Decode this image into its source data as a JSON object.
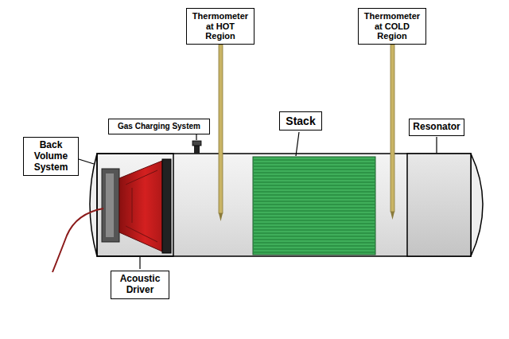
{
  "diagram": {
    "nodes": [
      {
        "text": [
          "Thermometer at HOT Region"
        ]
      },
      {
        "text": [
          "Thermometer at COLD Region"
        ]
      },
      {
        "text": [
          "Stack"
        ]
      },
      {
        "text": [
          "Gas Charging System"
        ]
      },
      {
        "text": [
          "Resonator"
        ]
      },
      {
        "text": [
          "Back Volume System"
        ]
      },
      {
        "text": [
          "Acoustic Driver"
        ]
      }
    ]
  }
}
